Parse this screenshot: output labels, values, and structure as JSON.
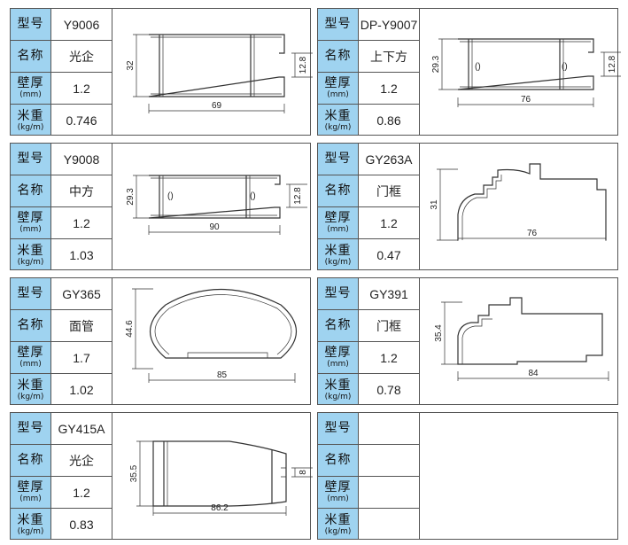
{
  "labels": {
    "model": "型号",
    "name": "名称",
    "wall": "壁厚",
    "wall_unit": "(mm)",
    "weight": "米重",
    "weight_unit": "(kg/m)"
  },
  "colors": {
    "label_bg": "#9fd3f0",
    "border": "#555555"
  },
  "products": [
    {
      "model": "Y9006",
      "name": "光企",
      "wall": "1.2",
      "weight": "0.746",
      "dims": [
        "32",
        "69",
        "12.8"
      ]
    },
    {
      "model": "DP-Y9007",
      "name": "上下方",
      "wall": "1.2",
      "weight": "0.86",
      "dims": [
        "29.3",
        "76",
        "12.8"
      ]
    },
    {
      "model": "Y9008",
      "name": "中方",
      "wall": "1.2",
      "weight": "1.03",
      "dims": [
        "29.3",
        "90",
        "12.8"
      ]
    },
    {
      "model": "GY263A",
      "name": "门框",
      "wall": "1.2",
      "weight": "0.47",
      "dims": [
        "31",
        "76"
      ]
    },
    {
      "model": "GY365",
      "name": "面管",
      "wall": "1.7",
      "weight": "1.02",
      "dims": [
        "44.6",
        "85"
      ]
    },
    {
      "model": "GY391",
      "name": "门框",
      "wall": "1.2",
      "weight": "0.78",
      "dims": [
        "35.4",
        "84"
      ]
    },
    {
      "model": "GY415A",
      "name": "光企",
      "wall": "1.2",
      "weight": "0.83",
      "dims": [
        "35.5",
        "86.2",
        "8"
      ]
    },
    {
      "model": "",
      "name": "",
      "wall": "",
      "weight": "",
      "dims": []
    }
  ]
}
